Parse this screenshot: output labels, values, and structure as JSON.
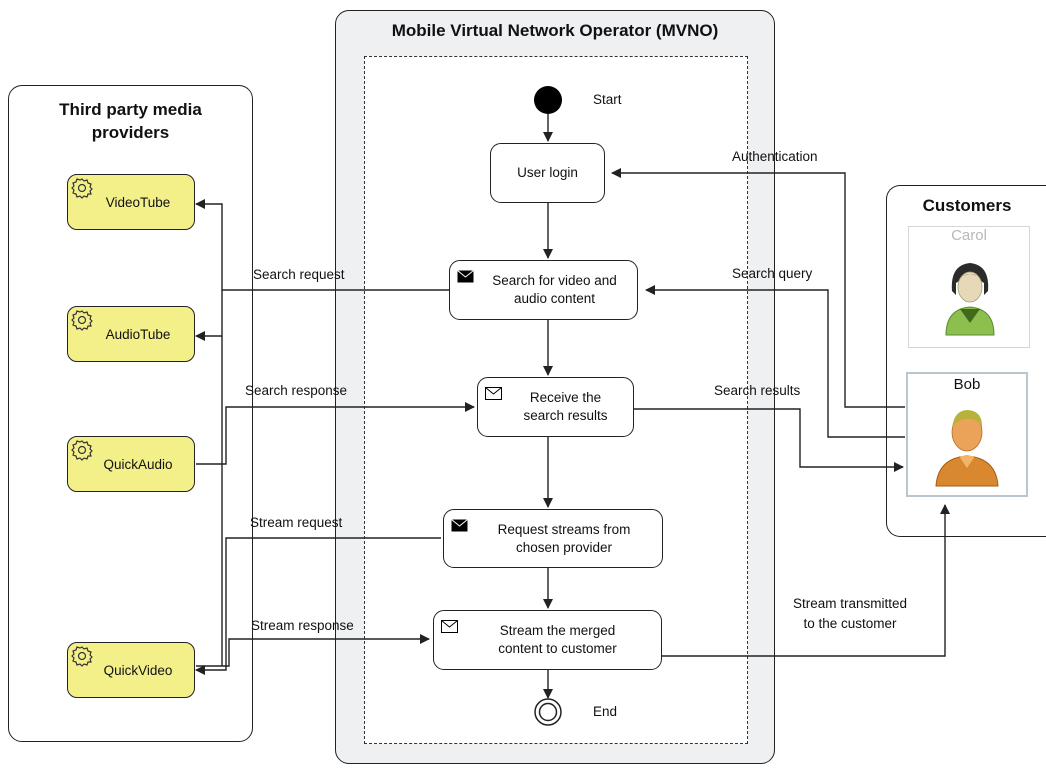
{
  "lanes": {
    "third_party": "Third party media\nproviders",
    "mvno": "Mobile Virtual Network Operator (MVNO)",
    "customers": "Customers"
  },
  "flow": {
    "start_label": "Start",
    "end_label": "End",
    "user_login": "User login",
    "search": "Search for video and\naudio content",
    "receive": "Receive the\nsearch results",
    "request": "Request streams from\nchosen provider",
    "stream": "Stream the merged\ncontent to customer"
  },
  "providers": [
    "VideoTube",
    "AudioTube",
    "QuickAudio",
    "QuickVideo"
  ],
  "customers": [
    "Carol",
    "Bob"
  ],
  "edge_labels": {
    "authentication": "Authentication",
    "search_query": "Search query",
    "search_results": "Search results",
    "search_request": "Search request",
    "search_response": "Search response",
    "stream_request": "Stream request",
    "stream_response": "Stream response",
    "stream_transmitted": "Stream transmitted\nto the customer"
  },
  "colors": {
    "provider_fill": "#f3f08a",
    "mvno_fill": "#eef0f1",
    "line": "#222222"
  }
}
